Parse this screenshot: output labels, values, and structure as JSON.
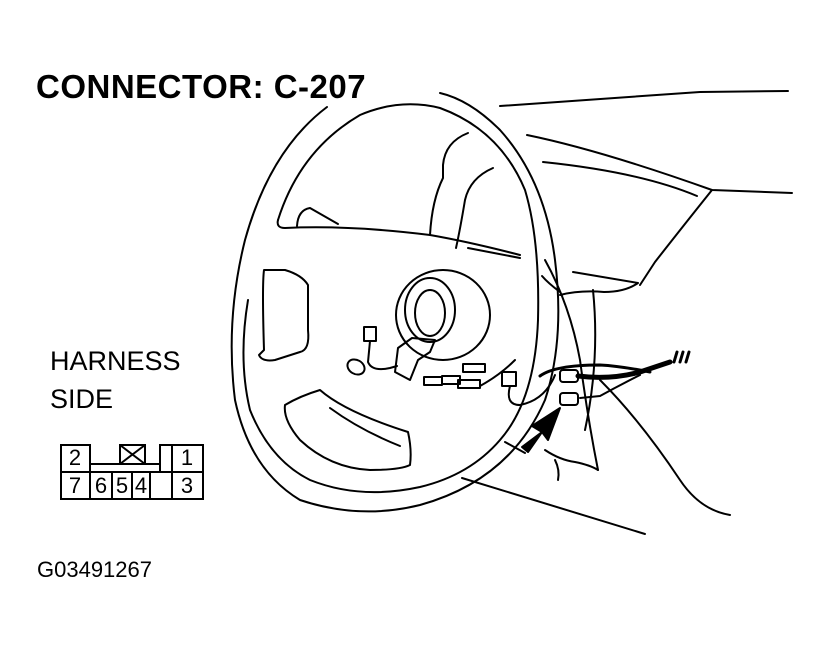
{
  "title": "CONNECTOR: C-207",
  "harness_label": {
    "line1": "HARNESS",
    "line2": "SIDE"
  },
  "figure_id": "G03491267",
  "connector_pinout": {
    "top_row": [
      "2",
      "X",
      "1"
    ],
    "bottom_row": [
      "7",
      "6",
      "5",
      "4",
      "3"
    ],
    "blank_cavity_icon": "x-box-icon"
  },
  "illustration": {
    "subject": "steering-wheel-with-clockspring-and-harness",
    "arrow_icon": "arrow-pointing-to-connector",
    "colors": {
      "line": "#000000",
      "background": "#ffffff"
    }
  }
}
